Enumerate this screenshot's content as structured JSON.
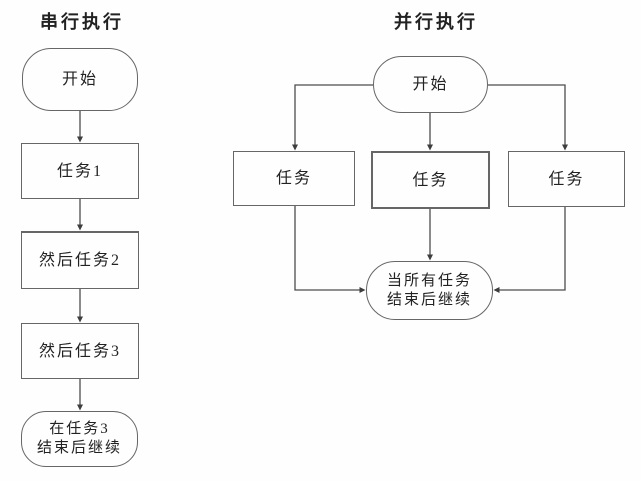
{
  "colors": {
    "line": "#4d4d4d",
    "border": "#666666",
    "text": "#222222",
    "background": "#fefefe"
  },
  "serial": {
    "title": "串行执行",
    "start_label": "开始",
    "task1_label": "任务1",
    "task2_label": "然后任务2",
    "task3_label": "然后任务3",
    "end_line1": "在任务3",
    "end_line2": "结束后继续"
  },
  "parallel": {
    "title": "并行执行",
    "start_label": "开始",
    "task_left_label": "任务",
    "task_center_label": "任务",
    "task_right_label": "任务",
    "end_line1": "当所有任务",
    "end_line2": "结束后继续"
  }
}
